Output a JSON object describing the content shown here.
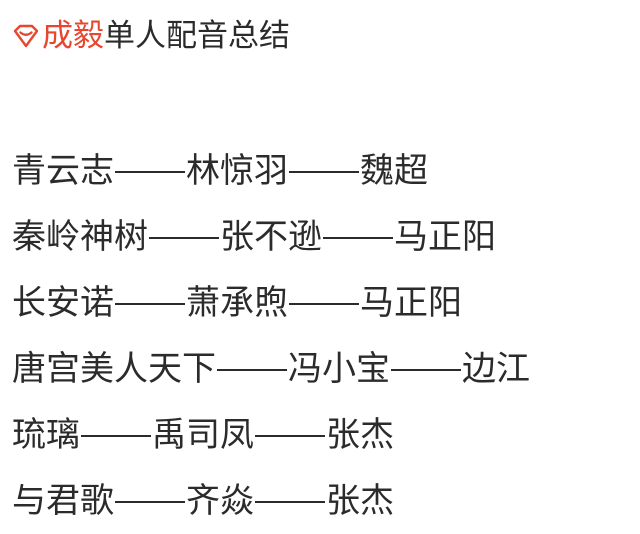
{
  "header": {
    "brand": "成毅",
    "title": "单人配音总结",
    "logo_icon": "diamond-heart-icon",
    "brand_color": "#e8472f"
  },
  "rows": [
    {
      "drama": "青云志",
      "role": "林惊羽",
      "voice": "魏超"
    },
    {
      "drama": "秦岭神树",
      "role": "张不逊",
      "voice": "马正阳"
    },
    {
      "drama": "长安诺",
      "role": "萧承煦",
      "voice": "马正阳"
    },
    {
      "drama": "唐宫美人天下",
      "role": "冯小宝",
      "voice": "边江"
    },
    {
      "drama": "琉璃",
      "role": "禹司凤",
      "voice": "张杰"
    },
    {
      "drama": "与君歌",
      "role": "齐焱",
      "voice": "张杰"
    }
  ]
}
